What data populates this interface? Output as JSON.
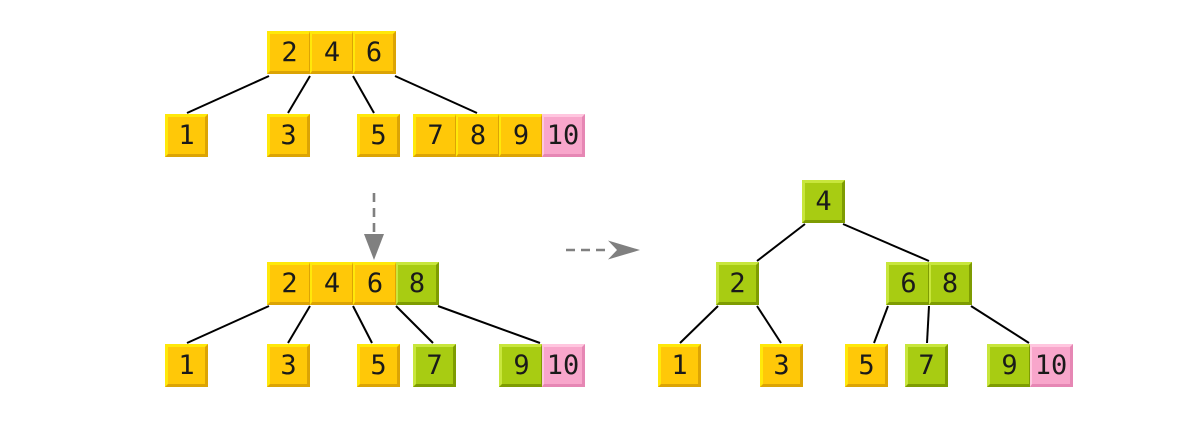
{
  "colors": {
    "canvas_bg": "#FFFFFF",
    "cell_yellow": "#FFC808",
    "cell_yellow_light": "#FFE80A",
    "cell_yellow_dark": "#DCA404",
    "cell_green": "#A8CC12",
    "cell_green_light": "#C8E63C",
    "cell_green_dark": "#7E9C02",
    "cell_pink": "#F8A6CB",
    "cell_pink_light": "#FFC6DF",
    "cell_pink_dark": "#E687B4",
    "edge_black": "#000000",
    "arrow_gray": "#808080",
    "text_dark": "#1A1A1A"
  },
  "arrows": [
    {
      "name": "dashed-down-arrow",
      "direction": "down"
    },
    {
      "name": "dashed-right-arrow",
      "direction": "right"
    }
  ],
  "trees": [
    {
      "id": "step-1-initial",
      "nodes": [
        {
          "id": "root",
          "cells": [
            {
              "v": "2",
              "c": "yellow"
            },
            {
              "v": "4",
              "c": "yellow"
            },
            {
              "v": "6",
              "c": "yellow"
            }
          ]
        },
        {
          "id": "leaf-1",
          "cells": [
            {
              "v": "1",
              "c": "yellow"
            }
          ]
        },
        {
          "id": "leaf-3",
          "cells": [
            {
              "v": "3",
              "c": "yellow"
            }
          ]
        },
        {
          "id": "leaf-5",
          "cells": [
            {
              "v": "5",
              "c": "yellow"
            }
          ]
        },
        {
          "id": "leaf-7-8-9-10",
          "cells": [
            {
              "v": "7",
              "c": "yellow"
            },
            {
              "v": "8",
              "c": "yellow"
            },
            {
              "v": "9",
              "c": "yellow"
            },
            {
              "v": "10",
              "c": "pink"
            }
          ]
        }
      ]
    },
    {
      "id": "step-2-after-leaf-split",
      "nodes": [
        {
          "id": "root",
          "cells": [
            {
              "v": "2",
              "c": "yellow"
            },
            {
              "v": "4",
              "c": "yellow"
            },
            {
              "v": "6",
              "c": "yellow"
            },
            {
              "v": "8",
              "c": "green"
            }
          ]
        },
        {
          "id": "leaf-1",
          "cells": [
            {
              "v": "1",
              "c": "yellow"
            }
          ]
        },
        {
          "id": "leaf-3",
          "cells": [
            {
              "v": "3",
              "c": "yellow"
            }
          ]
        },
        {
          "id": "leaf-5",
          "cells": [
            {
              "v": "5",
              "c": "yellow"
            }
          ]
        },
        {
          "id": "leaf-7",
          "cells": [
            {
              "v": "7",
              "c": "green"
            }
          ]
        },
        {
          "id": "leaf-9-10",
          "cells": [
            {
              "v": "9",
              "c": "green"
            },
            {
              "v": "10",
              "c": "pink"
            }
          ]
        }
      ]
    },
    {
      "id": "step-3-after-root-split",
      "nodes": [
        {
          "id": "root",
          "cells": [
            {
              "v": "4",
              "c": "green"
            }
          ]
        },
        {
          "id": "internal-2",
          "cells": [
            {
              "v": "2",
              "c": "green"
            }
          ]
        },
        {
          "id": "internal-6-8",
          "cells": [
            {
              "v": "6",
              "c": "green"
            },
            {
              "v": "8",
              "c": "green"
            }
          ]
        },
        {
          "id": "leaf-1",
          "cells": [
            {
              "v": "1",
              "c": "yellow"
            }
          ]
        },
        {
          "id": "leaf-3",
          "cells": [
            {
              "v": "3",
              "c": "yellow"
            }
          ]
        },
        {
          "id": "leaf-5",
          "cells": [
            {
              "v": "5",
              "c": "yellow"
            }
          ]
        },
        {
          "id": "leaf-7",
          "cells": [
            {
              "v": "7",
              "c": "green"
            }
          ]
        },
        {
          "id": "leaf-9-10",
          "cells": [
            {
              "v": "9",
              "c": "green"
            },
            {
              "v": "10",
              "c": "pink"
            }
          ]
        }
      ]
    }
  ]
}
